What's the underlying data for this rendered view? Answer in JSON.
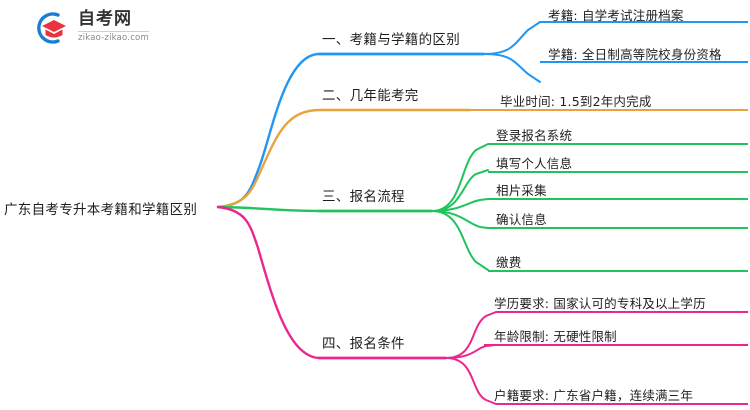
{
  "logo": {
    "title": "自考网",
    "subtitle": "zikao-zikao.com",
    "mark_arc_color": "#1a7fd4",
    "mark_cap_color": "#e8343f"
  },
  "mindmap": {
    "root": {
      "label": "广东自考专升本考籍和学籍区别"
    },
    "branches": [
      {
        "label": "一、考籍与学籍的区别",
        "color": "#2196f3",
        "children": [
          {
            "label": "考籍: 自学考试注册档案"
          },
          {
            "label": "学籍: 全日制高等院校身份资格"
          }
        ]
      },
      {
        "label": "二、几年能考完",
        "color": "#e8a33d",
        "children": [
          {
            "label": "毕业时间: 1.5到2年内完成"
          }
        ]
      },
      {
        "label": "三、报名流程",
        "color": "#21c35d",
        "children": [
          {
            "label": "登录报名系统"
          },
          {
            "label": "填写个人信息"
          },
          {
            "label": "相片采集"
          },
          {
            "label": "确认信息"
          },
          {
            "label": "缴费"
          }
        ]
      },
      {
        "label": "四、报名条件",
        "color": "#ec268f",
        "children": [
          {
            "label": "学历要求: 国家认可的专科及以上学历"
          },
          {
            "label": "年龄限制: 无硬性限制"
          },
          {
            "label": "户籍要求: 广东省户籍，连续满三年"
          }
        ]
      }
    ]
  }
}
